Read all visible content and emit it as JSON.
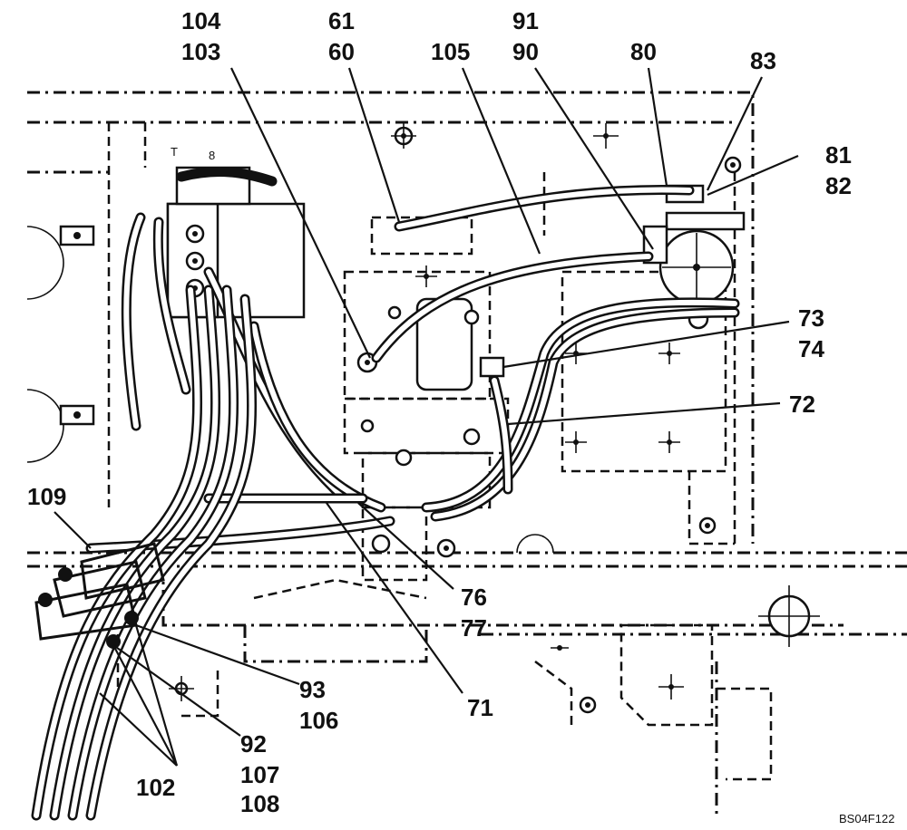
{
  "figure_id": "BS04F122",
  "callouts": {
    "c104": "104",
    "c103": "103",
    "c61": "61",
    "c60": "60",
    "c105": "105",
    "c91": "91",
    "c90": "90",
    "c80": "80",
    "c83": "83",
    "c81": "81",
    "c82": "82",
    "c73": "73",
    "c74": "74",
    "c72": "72",
    "c109": "109",
    "c76": "76",
    "c77": "77",
    "c71": "71",
    "c93": "93",
    "c106": "106",
    "c92": "92",
    "c107": "107",
    "c108": "108",
    "c102": "102"
  },
  "small_labels": {
    "b": "8",
    "t": "T"
  }
}
